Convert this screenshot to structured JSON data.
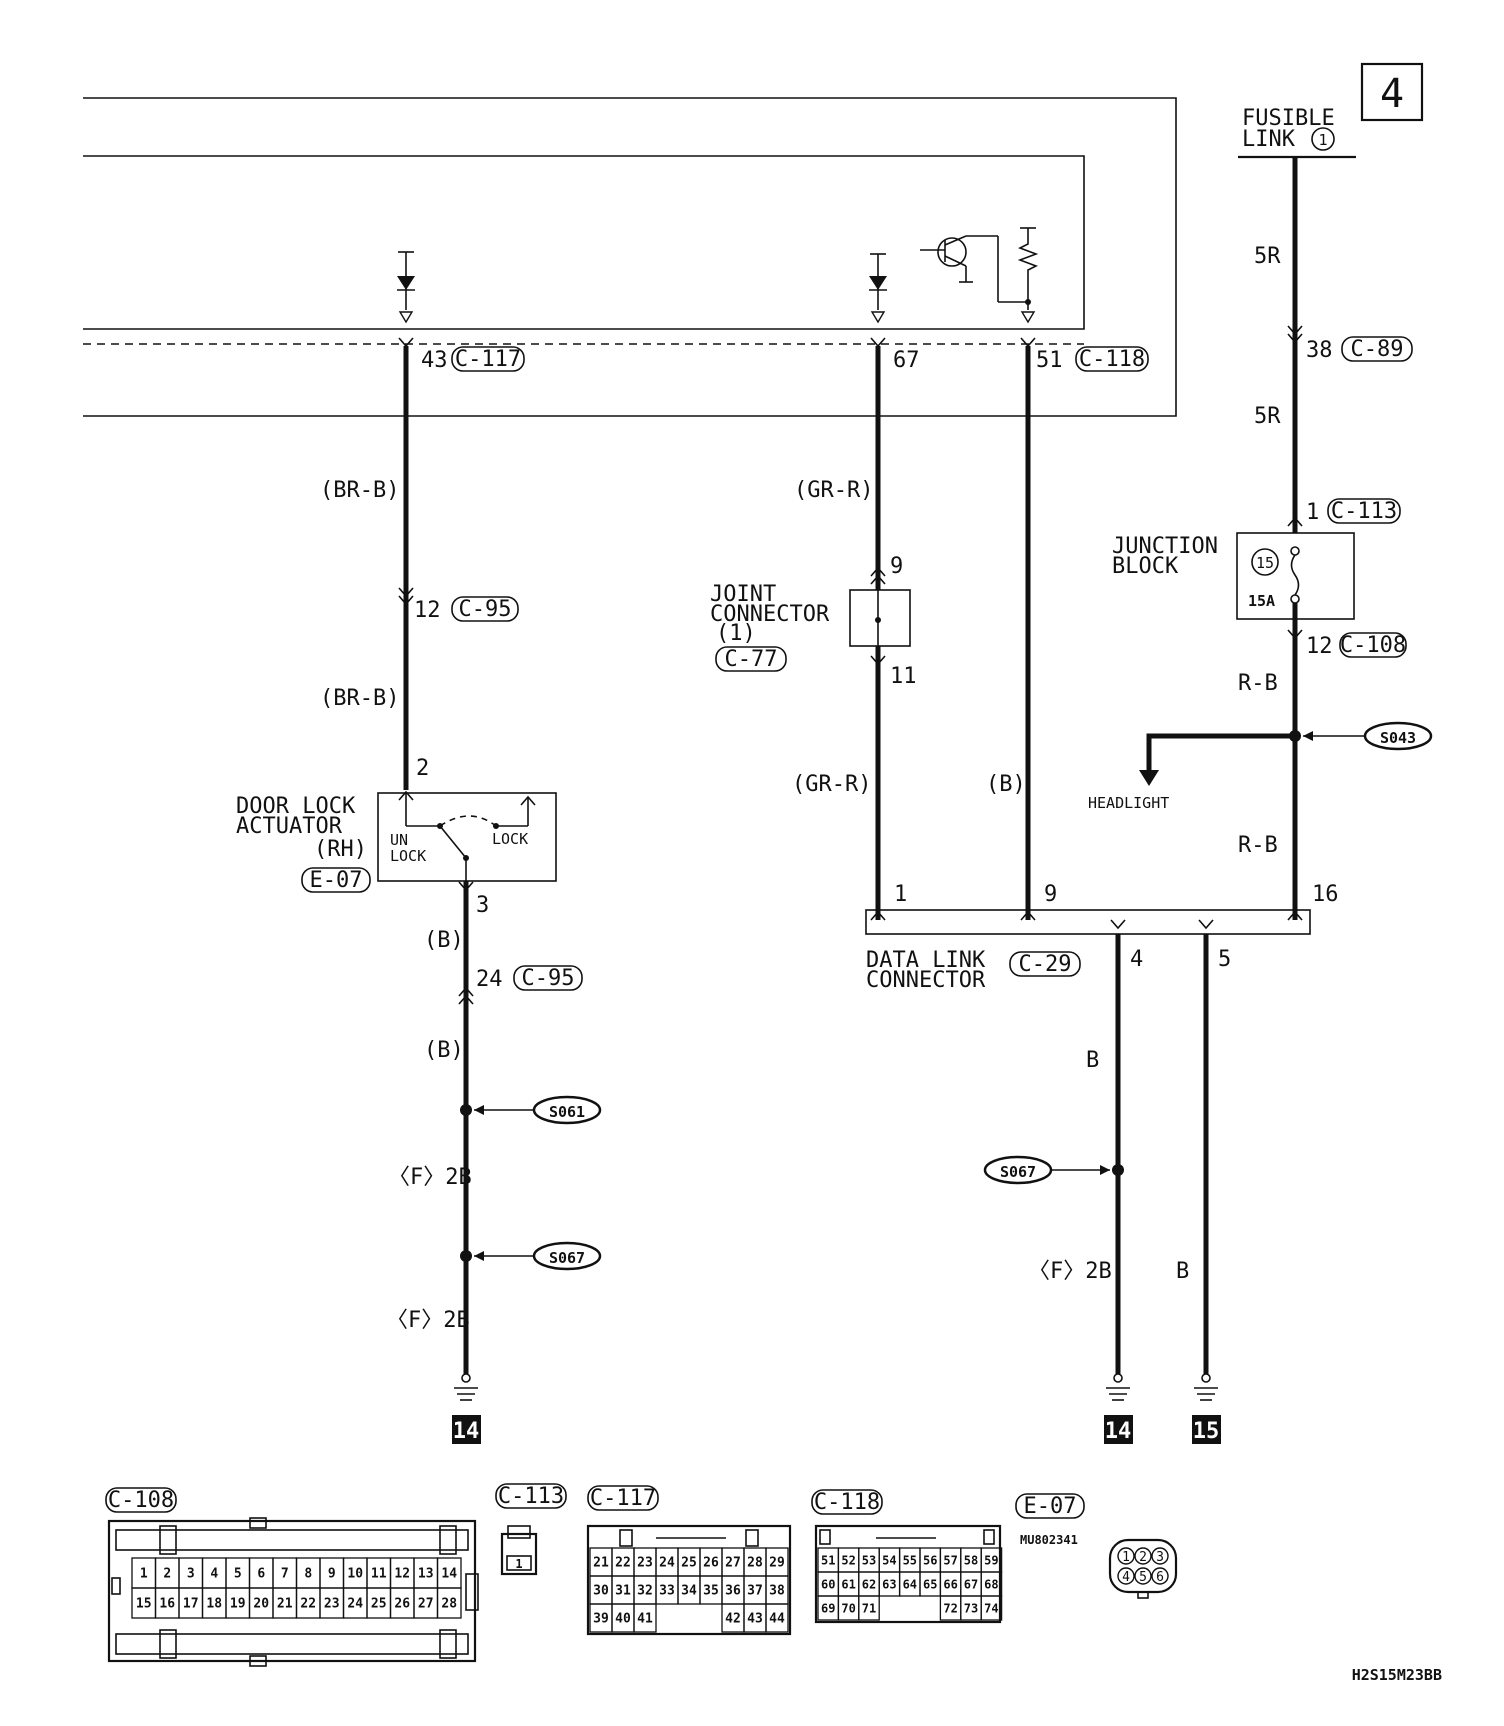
{
  "page_number": "4",
  "drawing_code": "H2S15M23BB",
  "fusible_link": {
    "line1": "FUSIBLE",
    "line2": "LINK",
    "num": "1"
  },
  "junction_block": {
    "line1": "JUNCTION",
    "line2": "BLOCK",
    "fuse_num": "15",
    "fuse_rating": "15A"
  },
  "joint_connector": {
    "line1": "JOINT",
    "line2": "CONNECTOR",
    "line3": "(1)",
    "id": "C-77"
  },
  "door_lock": {
    "line1": "DOOR LOCK",
    "line2": "ACTUATOR",
    "line3": "(RH)",
    "id": "E-07",
    "unlock1": "UN",
    "unlock2": "LOCK",
    "lock": "LOCK"
  },
  "data_link": {
    "line1": "DATA LINK",
    "line2": "CONNECTOR",
    "id": "C-29"
  },
  "headlight": "HEADLIGHT",
  "part_number": "MU802341",
  "connectors": {
    "c117": "C-117",
    "c118": "C-118",
    "c89": "C-89",
    "c113": "C-113",
    "c95": "C-95",
    "c108": "C-108",
    "e07": "E-07"
  },
  "splices": {
    "s043": "S043",
    "s061": "S061",
    "s067": "S067"
  },
  "pins": {
    "p43": "43",
    "p67": "67",
    "p51": "51",
    "p38": "38",
    "p1a": "1",
    "p12a": "12",
    "p12b": "12",
    "p9a": "9",
    "p11": "11",
    "p2": "2",
    "p3": "3",
    "p24": "24",
    "p1b": "1",
    "p9b": "9",
    "p16": "16",
    "p4": "4",
    "p5": "5"
  },
  "wire_colors": {
    "br_b": "(BR-B)",
    "gr_r": "(GR-R)",
    "b_paren": "(B)",
    "r5": "5R",
    "rb": "R-B",
    "b": "B",
    "f2b": "〈F〉2B"
  },
  "grounds": {
    "g14": "14",
    "g15": "15"
  },
  "c108_pins_top": [
    "1",
    "2",
    "3",
    "4",
    "5",
    "6",
    "7",
    "8",
    "9",
    "10",
    "11",
    "12",
    "13",
    "14"
  ],
  "c108_pins_bottom": [
    "15",
    "16",
    "17",
    "18",
    "19",
    "20",
    "21",
    "22",
    "23",
    "24",
    "25",
    "26",
    "27",
    "28"
  ],
  "c113_pin": "1",
  "c117_rows": [
    [
      "21",
      "22",
      "23",
      "24",
      "25",
      "26",
      "27",
      "28",
      "29"
    ],
    [
      "30",
      "31",
      "32",
      "33",
      "34",
      "35",
      "36",
      "37",
      "38"
    ],
    [
      "39",
      "40",
      "41",
      "",
      "",
      "",
      "42",
      "43",
      "44"
    ]
  ],
  "c118_rows": [
    [
      "51",
      "52",
      "53",
      "54",
      "55",
      "56",
      "57",
      "58",
      "59"
    ],
    [
      "60",
      "61",
      "62",
      "63",
      "64",
      "65",
      "66",
      "67",
      "68"
    ],
    [
      "69",
      "70",
      "71",
      "",
      "",
      "",
      "72",
      "73",
      "74"
    ]
  ],
  "e07_pins": [
    "1",
    "2",
    "3",
    "4",
    "5",
    "6"
  ]
}
